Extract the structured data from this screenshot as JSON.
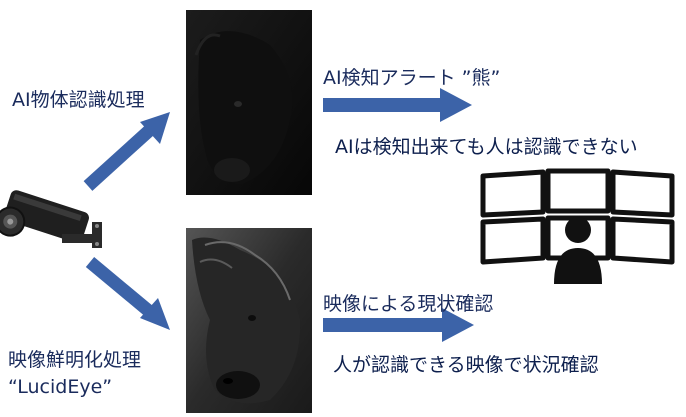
{
  "left_labels": {
    "ai_process": "AI物体認識処理",
    "enhance_process": "映像鮮明化処理",
    "product_name": "“LucidEye”"
  },
  "top_branch": {
    "alert": "AI検知アラート ”熊”",
    "note": "AIは検知出来ても人は認識できない"
  },
  "bottom_branch": {
    "check": "映像による現状確認",
    "note": "人が認識できる映像で状況確認"
  },
  "colors": {
    "arrow": "#3c63a8",
    "text": "#1a2b5c",
    "monitor": "#111111",
    "dark_photo": "#141414",
    "clear_photo": "#3a3a3a"
  },
  "icons": {
    "camera": "security-camera-icon",
    "monitor_wall": "monitor-wall-operator-icon"
  }
}
